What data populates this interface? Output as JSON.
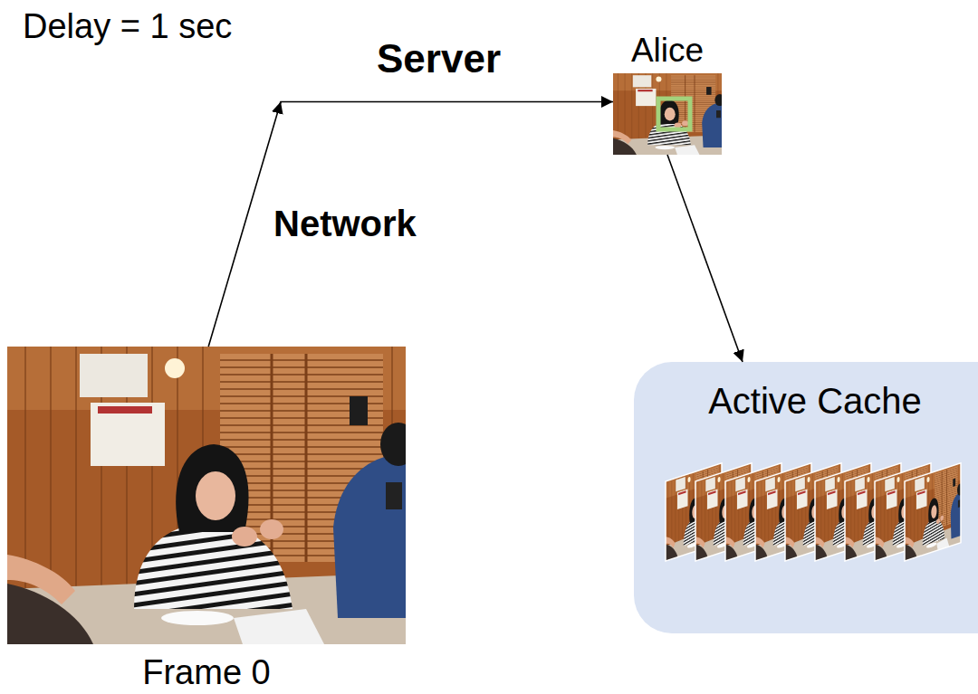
{
  "diagram": {
    "nodes": [
      {
        "text": [
          "Frame 0"
        ]
      },
      {
        "text": [
          "Alice"
        ]
      },
      {
        "text": [
          "Active Cache"
        ]
      }
    ],
    "edges": [
      {
        "from": 0,
        "to": 1,
        "arrow": "to",
        "label": "Network"
      },
      {
        "from": 1,
        "to": 2,
        "arrow": "to"
      }
    ],
    "labels": [
      "Delay = 1 sec",
      "Server"
    ]
  }
}
